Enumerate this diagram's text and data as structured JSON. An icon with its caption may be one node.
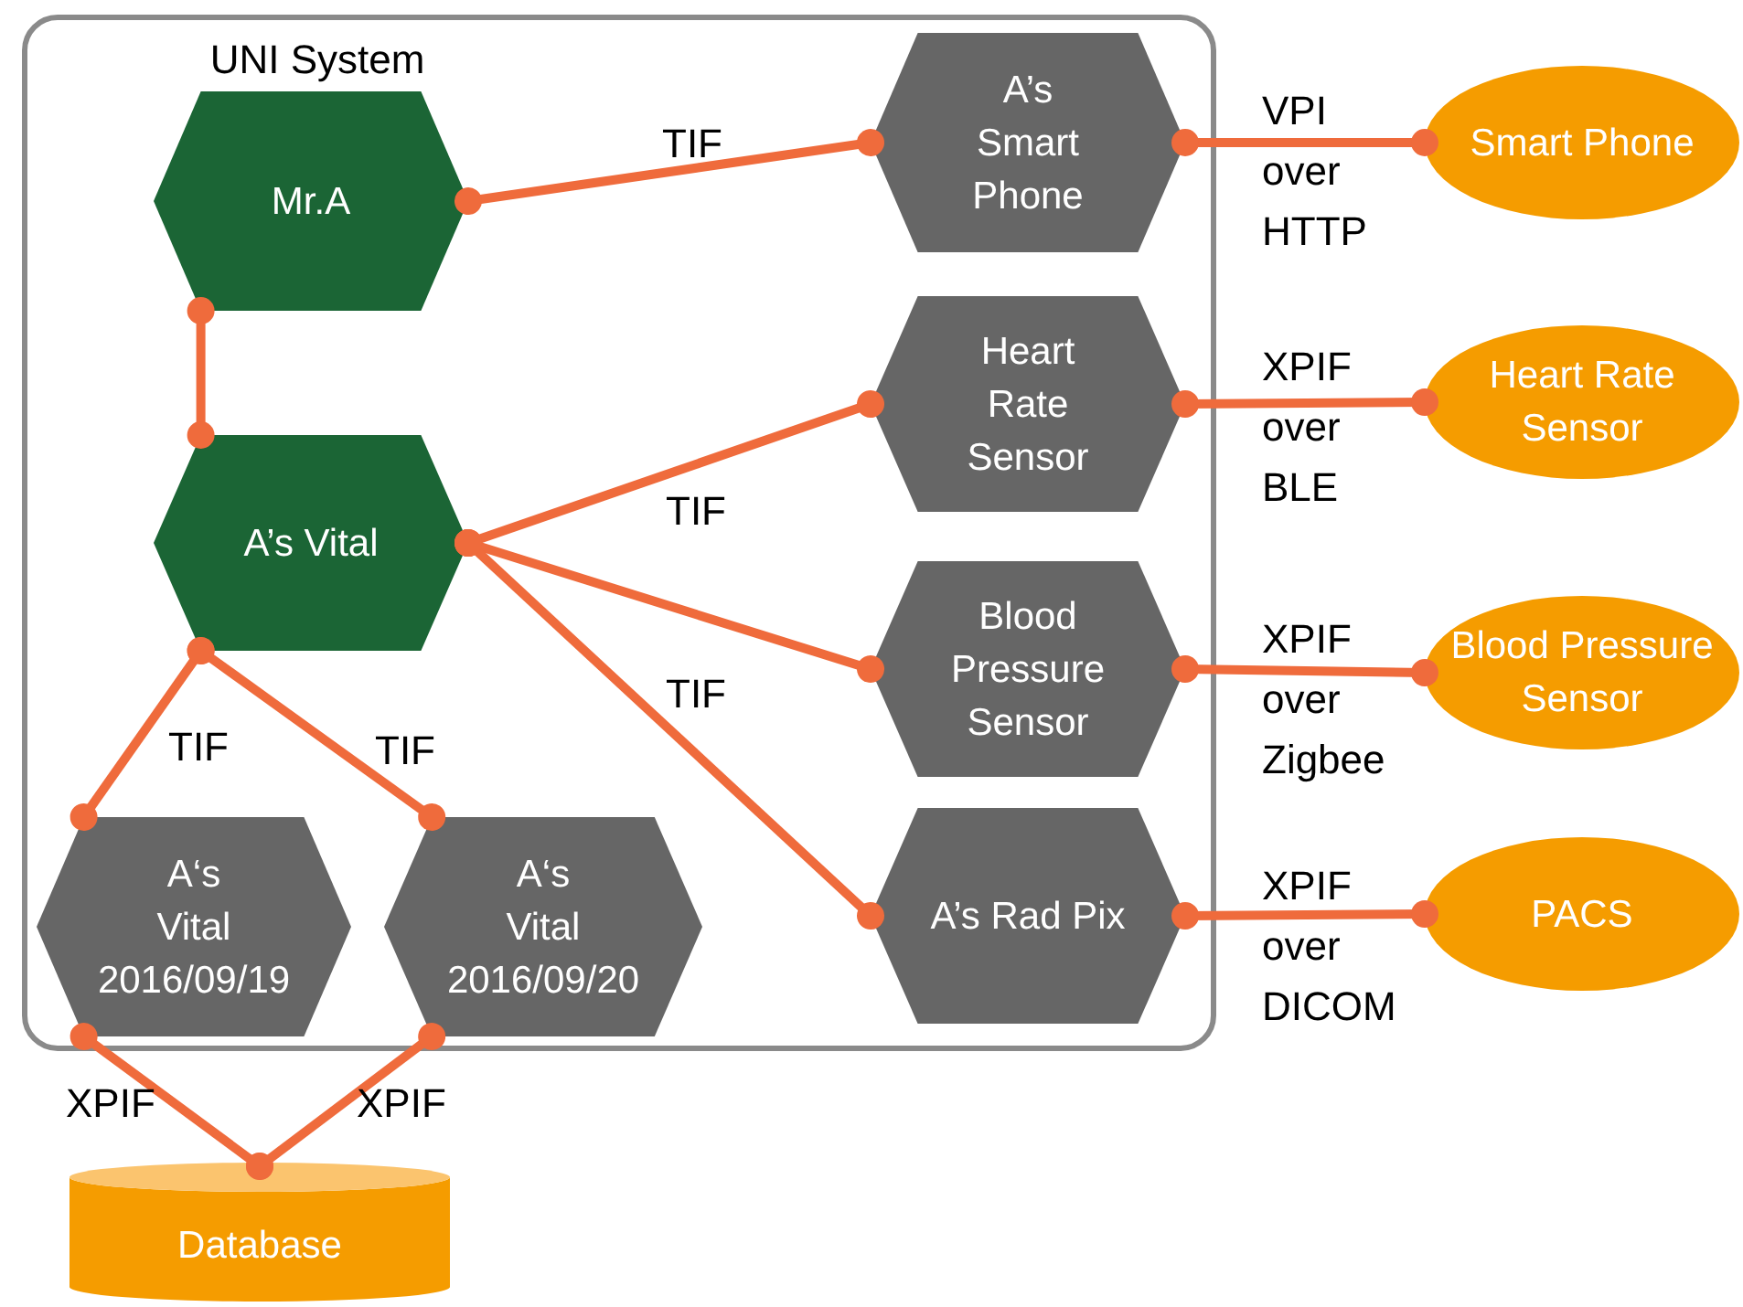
{
  "diagram": {
    "nodes": [
      {
        "text": [
          "UNI System"
        ]
      },
      {
        "text": [
          "Mr.A"
        ],
        "in": 0
      },
      {
        "text": [
          "A’s Vital"
        ],
        "in": 0
      },
      {
        "text": [
          "A‘s Vital 2016/09/19"
        ],
        "in": 0
      },
      {
        "text": [
          "A‘s Vital 2016/09/20"
        ],
        "in": 0
      },
      {
        "text": [
          "A’s Smart Phone"
        ],
        "in": 0
      },
      {
        "text": [
          "Heart Rate Sensor"
        ],
        "in": 0
      },
      {
        "text": [
          "Blood Pressure Sensor"
        ],
        "in": 0
      },
      {
        "text": [
          "A’s Rad Pix"
        ],
        "in": 0
      },
      {
        "text": [
          "Smart Phone"
        ]
      },
      {
        "text": [
          "Heart Rate Sensor"
        ]
      },
      {
        "text": [
          "Blood Pressure Sensor"
        ]
      },
      {
        "text": [
          "PACS"
        ]
      },
      {
        "text": [
          "Database"
        ]
      }
    ],
    "edges": [
      {
        "from": 1,
        "to": 5,
        "arrow": "other",
        "label": "TIF"
      },
      {
        "from": 1,
        "to": 2,
        "arrow": "other"
      },
      {
        "from": 2,
        "to": 6,
        "arrow": "other",
        "label": "TIF"
      },
      {
        "from": 2,
        "to": 7,
        "arrow": "other"
      },
      {
        "from": 2,
        "to": 8,
        "arrow": "other",
        "label": "TIF"
      },
      {
        "from": 2,
        "to": 3,
        "arrow": "other",
        "label": "TIF"
      },
      {
        "from": 2,
        "to": 4,
        "arrow": "other",
        "label": "TIF"
      },
      {
        "from": 5,
        "to": 9,
        "arrow": "other",
        "label": "VPI over HTTP"
      },
      {
        "from": 6,
        "to": 10,
        "arrow": "other",
        "label": "XPIF over BLE"
      },
      {
        "from": 7,
        "to": 11,
        "arrow": "other",
        "label": "XPIF over Zigbee"
      },
      {
        "from": 8,
        "to": 12,
        "arrow": "other",
        "label": "XPIF over DICOM"
      },
      {
        "from": 3,
        "to": 13,
        "arrow": "other",
        "label": "XPIF"
      },
      {
        "from": 4,
        "to": 13,
        "arrow": "other",
        "label": "XPIF"
      }
    ]
  }
}
